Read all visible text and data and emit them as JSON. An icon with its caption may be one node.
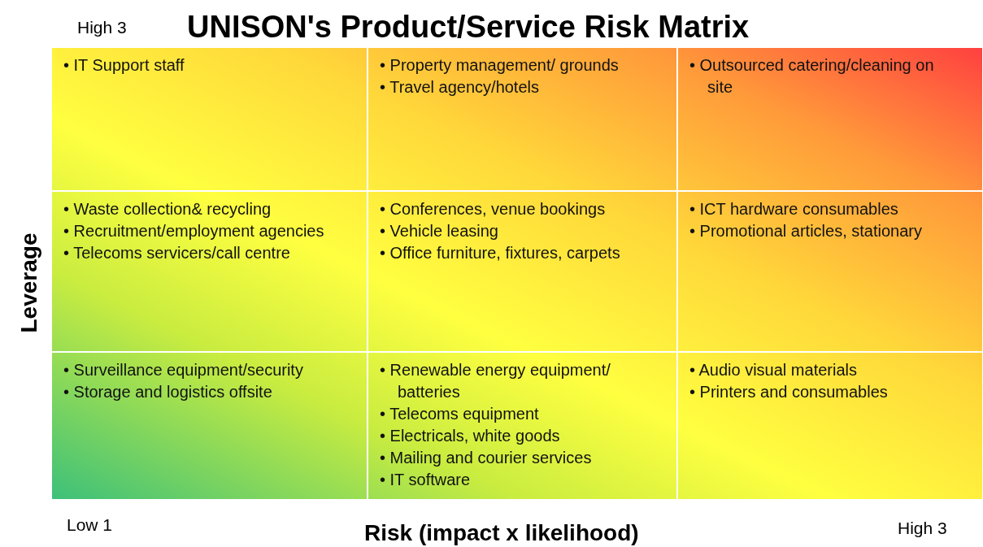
{
  "diagram": {
    "title": "UNISON's Product/Service Risk Matrix",
    "nodes": [
      {
        "text": [
          "• IT Support staff"
        ]
      },
      {
        "text": [
          "• Property management/ grounds",
          "• Travel agency/hotels"
        ]
      },
      {
        "text": [
          "• Outsourced catering/cleaning on site"
        ]
      },
      {
        "text": [
          "• Waste collection& recycling",
          "• Recruitment/employment agencies",
          "• Telecoms servicers/call centre"
        ]
      },
      {
        "text": [
          "• Conferences, venue bookings",
          "• Vehicle leasing",
          "• Office furniture, fixtures, carpets"
        ]
      },
      {
        "text": [
          "• ICT hardware consumables",
          "• Promotional articles, stationary"
        ]
      },
      {
        "text": [
          "• Surveillance equipment/security",
          "• Storage and logistics offsite"
        ]
      },
      {
        "text": [
          "• Renewable energy equipment/ batteries",
          "• Telecoms equipment",
          "• Electricals, white goods",
          "• Mailing and courier services",
          "• IT software"
        ]
      },
      {
        "text": [
          "• Audio visual materials",
          "• Printers and consumables"
        ]
      }
    ],
    "edges": [],
    "labels": [
      "High 3",
      "Leverage",
      "Low 1",
      "Risk (impact x likelihood)",
      "High 3"
    ]
  }
}
